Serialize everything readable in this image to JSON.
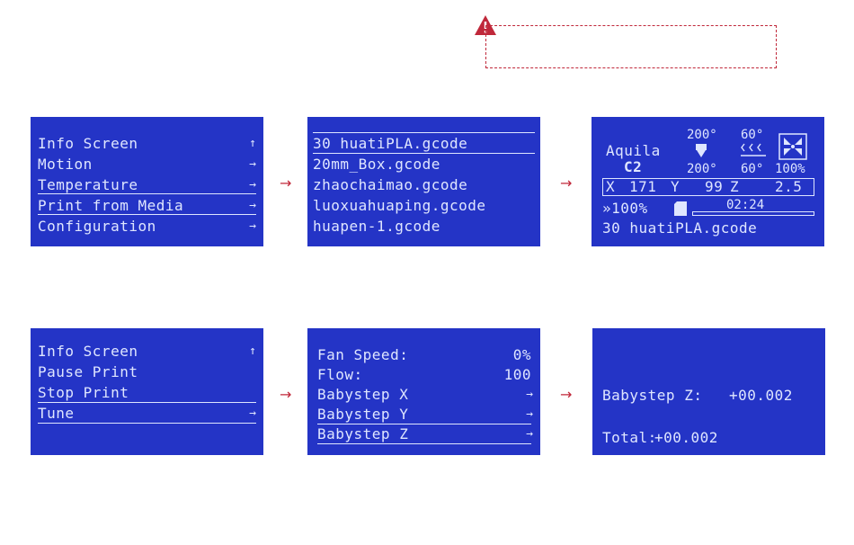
{
  "colors": {
    "lcd_bg": "#2434c6",
    "lcd_text": "#dfe6ff",
    "accent": "#c0283a"
  },
  "warning": {
    "icon": "warning-triangle-icon"
  },
  "flow_arrow_glyph": "→",
  "screen1": {
    "items": [
      "Info Screen",
      "Motion",
      "Temperature",
      "Print from Media",
      "Configuration"
    ],
    "arrows": [
      "↑",
      "→",
      "→",
      "→",
      "→"
    ]
  },
  "screen2": {
    "files": [
      "30 huatiPLA.gcode",
      "20mm_Box.gcode",
      "zhaochaimao.gcode",
      "luoxuahuaping.gcode",
      "huapen-1.gcode"
    ]
  },
  "screen3": {
    "brand": "Aquila",
    "model": "C2",
    "hotend_target": "200°",
    "hotend_current": "200°",
    "bed_target": "60°",
    "bed_current": "60°",
    "fan_percent": "100%",
    "x_label": "X",
    "x_value": "171",
    "y_label": "Y",
    "y_value": "99",
    "z_label": "Z",
    "z_value": "2.5",
    "feedrate": "»100%",
    "time": "02:24",
    "filename": "30 huatiPLA.gcode",
    "progress": 0.0
  },
  "screen4": {
    "items": [
      "Info Screen",
      "Pause Print",
      "Stop Print",
      "Tune"
    ],
    "arrows": [
      "↑",
      "",
      "",
      "→"
    ]
  },
  "screen5": {
    "fan_label": "Fan Speed:",
    "fan_value": "0%",
    "flow_label": "Flow:",
    "flow_value": "100",
    "items": [
      "Babystep X",
      "Babystep Y",
      "Babystep Z"
    ],
    "arrows": [
      "→",
      "→",
      "→"
    ]
  },
  "screen6": {
    "babystep_label": "Babystep Z:",
    "babystep_value": "+00.002",
    "total_label": "Total:",
    "total_value": "+00.002"
  }
}
